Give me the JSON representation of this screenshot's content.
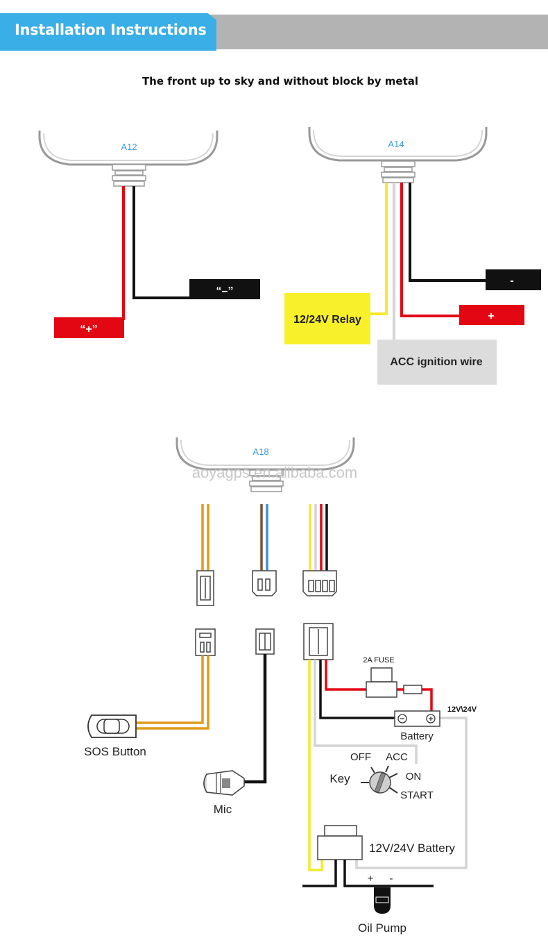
{
  "header": {
    "title": "Installation Instructions"
  },
  "subtitle": "The front up to sky and without block by metal",
  "watermark": "aoyagps.en.alibaba.com",
  "devices": {
    "a12": {
      "model": "A12",
      "plus_label": "“+”",
      "minus_label": "“–”"
    },
    "a14": {
      "model": "A14",
      "relay_label": "12/24V Relay",
      "acc_label": "ACC ignition wire",
      "minus_label": "-",
      "plus_label": "+"
    },
    "a18": {
      "model": "A18",
      "sos_label": "SOS Button",
      "mic_label": "Mic",
      "fuse_label": "2A FUSE",
      "battery_label": "Battery",
      "voltage_label": "12V\\24V",
      "key": {
        "label": "Key",
        "off": "OFF",
        "acc": "ACC",
        "on": "ON",
        "start": "START"
      },
      "vehicle_battery_label": "12V/24V Battery",
      "pump_plus": "+",
      "pump_minus": "-",
      "oil_pump_label": "Oil Pump"
    }
  },
  "colors": {
    "header_accent": "#3aaee6",
    "header_bar": "#b3b3b3",
    "wire_red": "#e30613",
    "wire_black": "#111111",
    "wire_yellow": "#f4ea2a",
    "wire_gray": "#d4d4d4",
    "wire_orange": "#e09a1c",
    "wire_brown": "#7a5230",
    "wire_blue": "#3b8fd6",
    "relay_box": "#f8f02a",
    "acc_box": "#dcdcdc"
  }
}
